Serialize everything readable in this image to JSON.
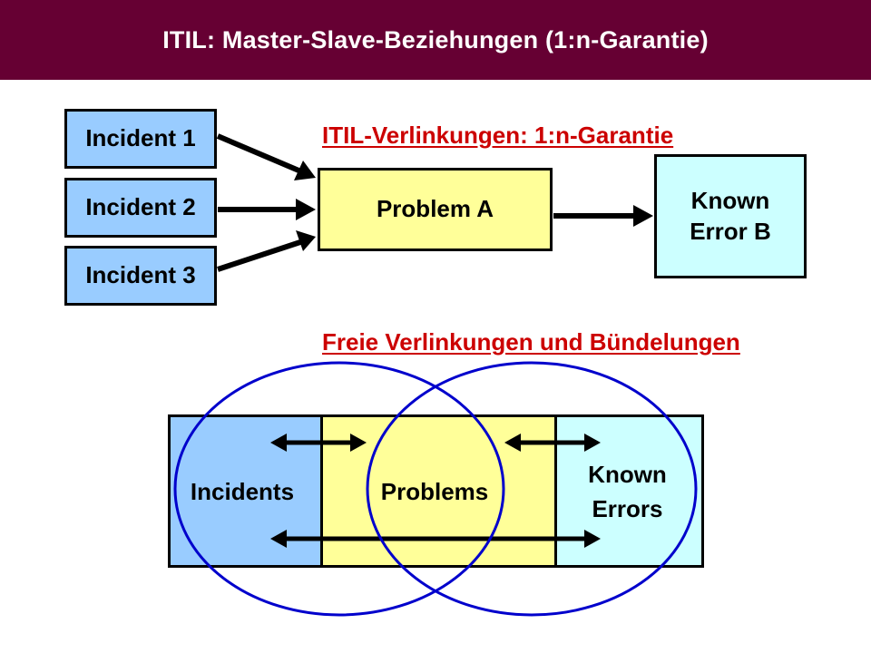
{
  "title": "ITIL: Master-Slave-Beziehungen (1:n-Garantie)",
  "colors": {
    "title_bg": "#660033",
    "title_text": "#ffffff",
    "incident_fill": "#99ccff",
    "problem_fill": "#ffff99",
    "known_error_fill": "#ccffff",
    "heading_red": "#cc0000",
    "ellipse_blue": "#0000cc"
  },
  "top_section": {
    "heading": "ITIL-Verlinkungen: 1:n-Garantie",
    "incidents": [
      "Incident 1",
      "Incident 2",
      "Incident 3"
    ],
    "problem": "Problem A",
    "known_error": {
      "line1": "Known",
      "line2": "Error B"
    }
  },
  "bottom_section": {
    "heading": "Freie Verlinkungen und Bündelungen",
    "incidents": "Incidents",
    "problems": "Problems",
    "known_errors": {
      "line1": "Known",
      "line2": "Errors"
    }
  }
}
